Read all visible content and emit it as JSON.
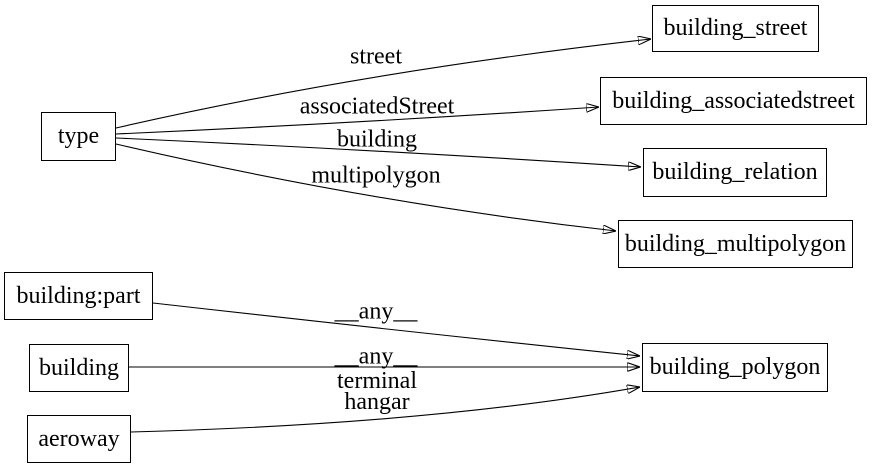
{
  "diagram": {
    "type": "directed-graph",
    "colors": {
      "background": "#ffffff",
      "node_border": "#000000",
      "edge_stroke": "#000000",
      "text": "#000000"
    },
    "nodes": [
      {
        "id": "type",
        "label": "type"
      },
      {
        "id": "building_street",
        "label": "building_street"
      },
      {
        "id": "building_associatedstreet",
        "label": "building_associatedstreet"
      },
      {
        "id": "building_relation",
        "label": "building_relation"
      },
      {
        "id": "building_multipolygon",
        "label": "building_multipolygon"
      },
      {
        "id": "building_part",
        "label": "building:part"
      },
      {
        "id": "building",
        "label": "building"
      },
      {
        "id": "aeroway",
        "label": "aeroway"
      },
      {
        "id": "building_polygon",
        "label": "building_polygon"
      }
    ],
    "edges": [
      {
        "from": "type",
        "to": "building_street",
        "label": "street"
      },
      {
        "from": "type",
        "to": "building_associatedstreet",
        "label": "associatedStreet"
      },
      {
        "from": "type",
        "to": "building_relation",
        "label": "building"
      },
      {
        "from": "type",
        "to": "building_multipolygon",
        "label": "multipolygon"
      },
      {
        "from": "building:part",
        "to": "building_polygon",
        "label": "__any__"
      },
      {
        "from": "building",
        "to": "building_polygon",
        "label": "__any__"
      },
      {
        "from": "aeroway",
        "to": "building_polygon",
        "label": "terminal\nhangar"
      }
    ]
  }
}
